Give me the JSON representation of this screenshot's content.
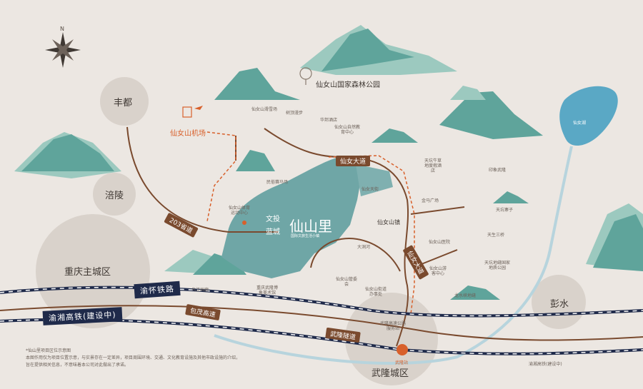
{
  "cities": {
    "fengdu": "丰都",
    "fuling": "涪陵",
    "chongqing": "重庆主城区",
    "pengshui": "彭水",
    "wulong": "武隆城区"
  },
  "airport": "仙女山机场",
  "forest_park": "仙女山国家森林公园",
  "lake": "仙女湖",
  "center": {
    "line1": "文投",
    "line2": "蓝城",
    "name": "仙山里",
    "sub": "国际文旅生活小镇"
  },
  "roads": {
    "r203": "203省道",
    "shangxiang": "仙女大道",
    "xiannvshan_ave": "仙女大道",
    "baomao": "包茂高速",
    "tunnel": "武隆隧道"
  },
  "rails": {
    "yuhuai": "渝怀铁路",
    "yuxiang": "渝湘高铁(建设中)"
  },
  "station": "武隆站",
  "town": "仙女山镇",
  "pois": {
    "p1": "仙女山滑雪场",
    "p2": "树顶漫步",
    "p3": "华邦酒店",
    "p4": "仙女山自然教育中心",
    "p5": "天坑牛草地度假酒店",
    "p6": "仙女天街",
    "p7": "金马广场",
    "p8": "仙女山医院",
    "p9": "仙女山游客中心",
    "p10": "民俗赛马场",
    "p11": "仙女山体育运动中心",
    "p12": "乌江画廊",
    "p13": "重庆武隆博象美术馆",
    "p14": "仙女山管委会",
    "p15": "仙女山街道办事处",
    "p16": "武隆高速公路服务站",
    "p17": "印象武隆",
    "p18": "天坑寨子",
    "p19": "天生三桥",
    "p20": "天坑地缝国家地质公园",
    "p21": "龙水峡地缝",
    "p22": "大洞河"
  },
  "bottom_road": "渝湘高铁(建设中)",
  "disclaimer": {
    "l1": "*仙山里项目区位示意图",
    "l2": "本图作用仅为项目位置示意，与实景存在一定差异，项目周围环境、交通、文化教育设施及其他市政设施的介绍，",
    "l3": "旨在提供相关信息，不意味着本公司对此做出了承诺。"
  },
  "compass": "N",
  "colors": {
    "mountain": "#5fa49b",
    "mountain_light": "#9cc9bf",
    "land": "#6fa6a6",
    "road": "#7a4a2e",
    "rail": "#1f2a4a",
    "airport": "#d8602b"
  }
}
